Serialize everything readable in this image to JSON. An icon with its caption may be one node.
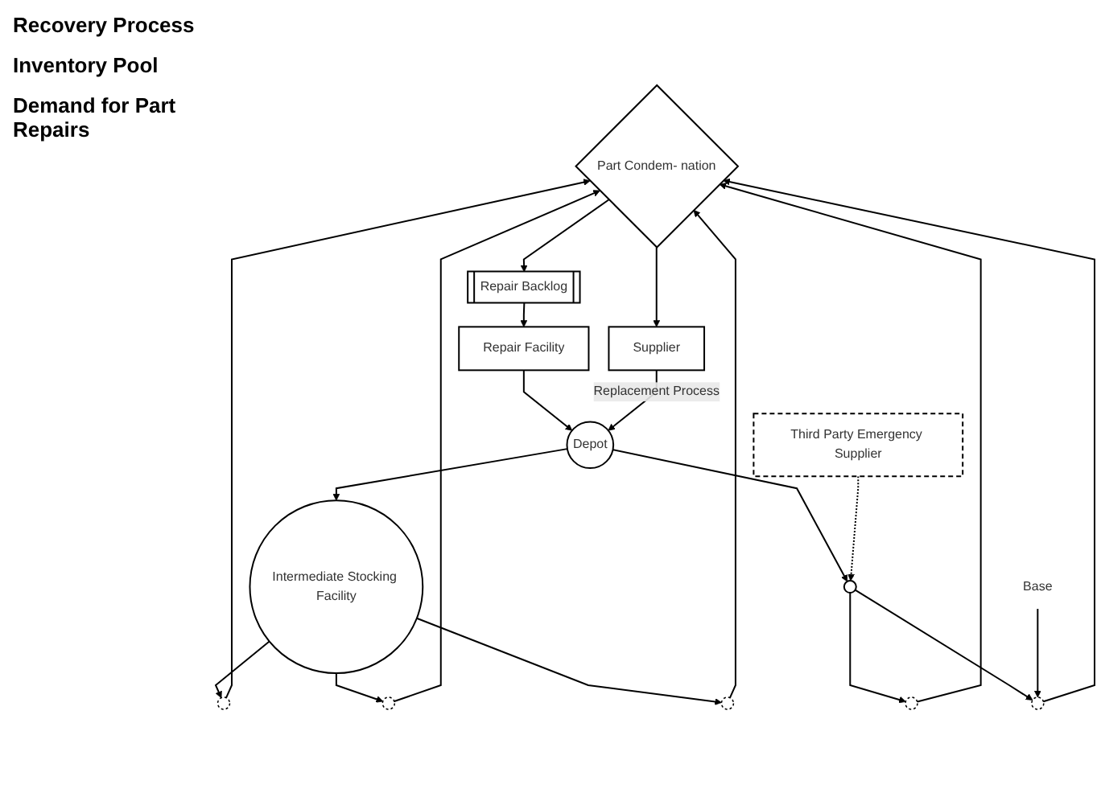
{
  "diagram": {
    "nodes": [
      {
        "text": [
          "Supplier"
        ]
      },
      {
        "text": [
          "Part Condem- nation"
        ]
      },
      {
        "text": [
          "Repair Backlog"
        ]
      },
      {
        "text": [
          "Repair Facility"
        ]
      },
      {
        "text": [
          "Depot"
        ]
      },
      {
        "text": [
          "Intermediate Stocking Facility"
        ]
      },
      {
        "text": [],
        "shape": "circle"
      },
      {
        "text": [
          "Third Party Emergency Supplier"
        ]
      },
      {
        "text": [],
        "shape": "circle"
      },
      {
        "text": [],
        "shape": "circle"
      },
      {
        "text": [],
        "shape": "circle"
      },
      {
        "text": [],
        "shape": "circle"
      },
      {
        "text": [],
        "shape": "circle"
      },
      {
        "text": [
          "Base"
        ]
      }
    ],
    "edges": [
      {
        "from": 1,
        "to": 0,
        "arrow": "to"
      },
      {
        "from": 1,
        "to": 2,
        "arrow": "to"
      },
      {
        "from": 2,
        "to": 3,
        "arrow": "to"
      },
      {
        "from": 3,
        "to": 4,
        "arrow": "to"
      },
      {
        "from": 0,
        "to": 4,
        "arrow": "to",
        "label": "Replacement Process"
      },
      {
        "from": 4,
        "to": 5,
        "arrow": "to"
      },
      {
        "from": 4,
        "to": 6,
        "arrow": "to"
      },
      {
        "from": 7,
        "to": 6,
        "arrow": "to",
        "style": "dashed"
      },
      {
        "from": 5,
        "to": 8,
        "arrow": "to"
      },
      {
        "from": 5,
        "to": 9,
        "arrow": "to"
      },
      {
        "from": 5,
        "to": 10,
        "arrow": "to"
      },
      {
        "from": 6,
        "to": 11,
        "arrow": "to"
      },
      {
        "from": 6,
        "to": 12,
        "arrow": "to"
      },
      {
        "from": 8,
        "to": 1,
        "arrow": "to"
      },
      {
        "from": 9,
        "to": 1,
        "arrow": "to"
      },
      {
        "from": 10,
        "to": 1,
        "arrow": "to"
      },
      {
        "from": 11,
        "to": 1,
        "arrow": "to"
      },
      {
        "from": 12,
        "to": 1,
        "arrow": "to"
      },
      {
        "from": 13,
        "to": 12,
        "arrow": "to"
      }
    ],
    "labels": [
      "Recovery Process",
      "Inventory Pool",
      "Demand for Part Repairs"
    ]
  }
}
